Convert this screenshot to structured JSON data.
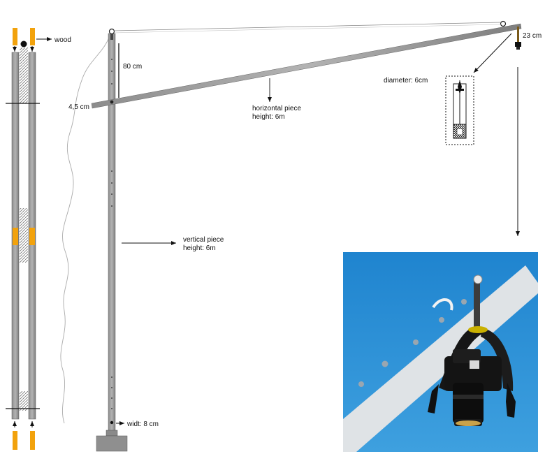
{
  "labels": {
    "wood": "wood",
    "cm80": "80 cm",
    "cm45": "4,5 cm",
    "horizontal_piece": "horizontal piece",
    "horizontal_height": "height: 6m",
    "diameter": "diameter: 6cm",
    "cm23": "23 cm",
    "vertical_piece": "vertical piece",
    "vertical_height": "height: 6m",
    "width": "widt: 8 cm"
  },
  "photo": {
    "description_icon": "camera-photo",
    "sky_color": "#2f8fd2"
  },
  "colors": {
    "pole": "#9a9a9a",
    "pole_dark": "#6f6f6f",
    "wood": "#f2a20c",
    "line": "#111111"
  }
}
